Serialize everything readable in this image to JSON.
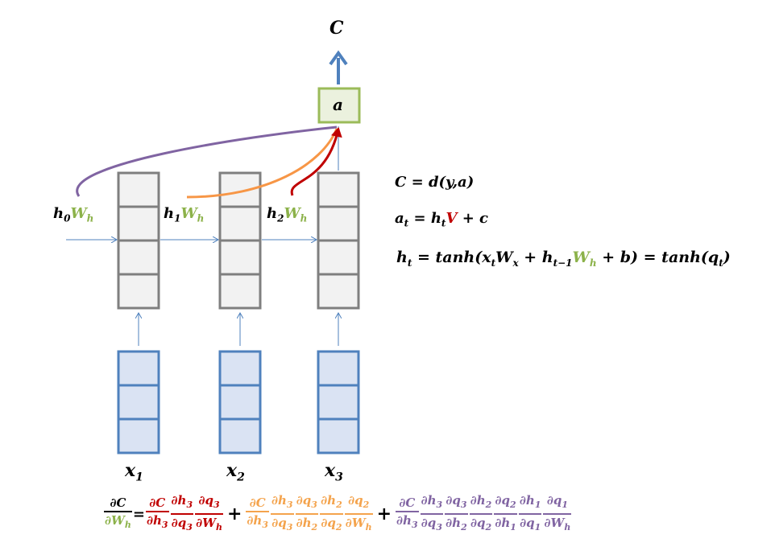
{
  "output_label": "C",
  "output_node_label": "a",
  "hidden_inputs": [
    {
      "h": "h",
      "h_sub": "0",
      "w": "W",
      "w_sub": "h"
    },
    {
      "h": "h",
      "h_sub": "1",
      "w": "W",
      "w_sub": "h"
    },
    {
      "h": "h",
      "h_sub": "2",
      "w": "W",
      "w_sub": "h"
    }
  ],
  "inputs": [
    {
      "x": "x",
      "sub": "1"
    },
    {
      "x": "x",
      "sub": "2"
    },
    {
      "x": "x",
      "sub": "3"
    }
  ],
  "equations": {
    "cost": "C = d(y,a)",
    "output_lhs": "a",
    "output_lhs_sub": "t",
    "output_eq": " = h",
    "output_h_sub": "t",
    "output_v": "V",
    "output_tail": " + c",
    "hidden_lhs": "h",
    "hidden_lhs_sub": "t",
    "hidden_part1": " = tanh(x",
    "hidden_x_sub": "t",
    "hidden_wx": "W",
    "hidden_wx_sub": "x",
    "hidden_plus": " + h",
    "hidden_h_sub": "t−1",
    "hidden_wh": "W",
    "hidden_wh_sub": "h",
    "hidden_part2": " + b) = tanh(q",
    "hidden_q_sub": "t",
    "hidden_close": ")"
  },
  "gradient": {
    "lhs": {
      "num": "∂C",
      "den": "∂W",
      "den_sub": "h"
    },
    "equals": "=",
    "plus": "+",
    "term1": [
      {
        "num": "∂C",
        "den": "∂h",
        "den_sub": "3"
      },
      {
        "num": "∂h",
        "num_sub": "3",
        "den": "∂q",
        "den_sub": "3"
      },
      {
        "num": "∂q",
        "num_sub": "3",
        "den": "∂W",
        "den_sub": "h"
      }
    ],
    "term2": [
      {
        "num": "∂C",
        "den": "∂h",
        "den_sub": "3"
      },
      {
        "num": "∂h",
        "num_sub": "3",
        "den": "∂q",
        "den_sub": "3"
      },
      {
        "num": "∂q",
        "num_sub": "3",
        "den": "∂h",
        "den_sub": "2"
      },
      {
        "num": "∂h",
        "num_sub": "2",
        "den": "∂q",
        "den_sub": "2"
      },
      {
        "num": "∂q",
        "num_sub": "2",
        "den": "∂W",
        "den_sub": "h"
      }
    ],
    "term3": [
      {
        "num": "∂C",
        "den": "∂h",
        "den_sub": "3"
      },
      {
        "num": "∂h",
        "num_sub": "3",
        "den": "∂q",
        "den_sub": "3"
      },
      {
        "num": "∂q",
        "num_sub": "3",
        "den": "∂h",
        "den_sub": "2"
      },
      {
        "num": "∂h",
        "num_sub": "2",
        "den": "∂q",
        "den_sub": "2"
      },
      {
        "num": "∂q",
        "num_sub": "2",
        "den": "∂h",
        "den_sub": "1"
      },
      {
        "num": "∂h",
        "num_sub": "1",
        "den": "∂q",
        "den_sub": "1"
      },
      {
        "num": "∂q",
        "num_sub": "1",
        "den": "∂W",
        "den_sub": "h"
      }
    ]
  },
  "colors": {
    "hidden_fill": "#f2f2f2",
    "hidden_stroke": "#7f7f7f",
    "input_fill": "#dae3f3",
    "input_stroke": "#4f81bd",
    "output_fill": "#ebf1de",
    "output_stroke": "#9bbb59",
    "arrow_blue": "#4f81bd",
    "curve_purple": "#8064a2",
    "curve_orange": "#f79646",
    "curve_red": "#c00000",
    "w_green": "#8cb24a"
  }
}
